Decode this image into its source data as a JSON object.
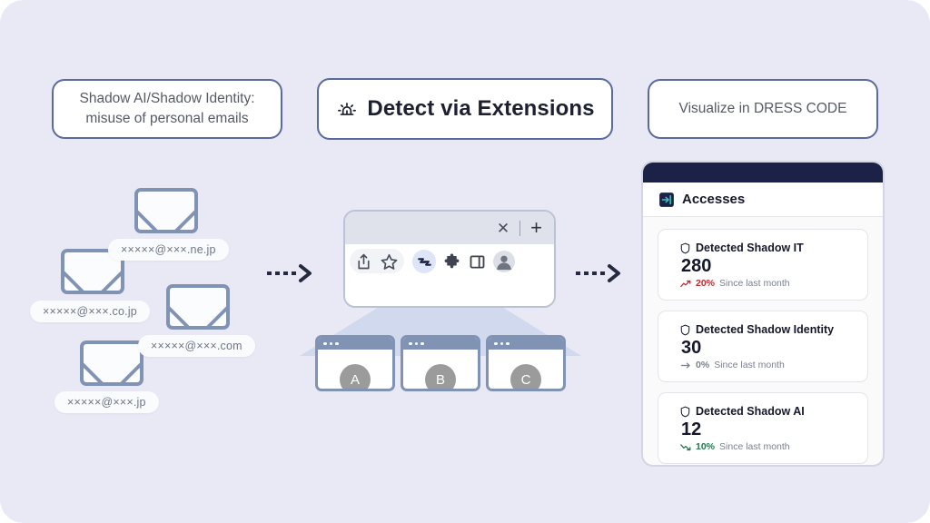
{
  "canvas": {
    "background": "#e9e9f6"
  },
  "steps": [
    {
      "id": "step-problem",
      "label": "Shadow AI/Shadow Identity:\nmisuse of personal emails",
      "icon": null
    },
    {
      "id": "step-detect",
      "label": "Detect via Extensions",
      "icon": "siren-icon"
    },
    {
      "id": "step-visualize",
      "label": "Visualize in DRESS CODE",
      "icon": null
    }
  ],
  "arrows": [
    {
      "name": "arrow-problem-to-detect",
      "icon": "dashed-arrow-right-icon"
    },
    {
      "name": "arrow-detect-to-visualize",
      "icon": "dashed-arrow-right-icon"
    }
  ],
  "emails": {
    "icon": "envelope-icon",
    "items": [
      {
        "address": "×××××@×××.ne.jp"
      },
      {
        "address": "×××××@×××.co.jp"
      },
      {
        "address": "×××××@×××.com"
      },
      {
        "address": "×××××@×××.jp"
      }
    ]
  },
  "browser": {
    "tabbar": {
      "close_label": "✕",
      "new_tab_label": "+"
    },
    "toolbar_icons": [
      "share-icon",
      "star-icon",
      "extension-logo-icon",
      "puzzle-piece-icon",
      "sidebar-panel-icon",
      "profile-avatar-icon"
    ]
  },
  "monitored_windows": [
    {
      "label": "A"
    },
    {
      "label": "B"
    },
    {
      "label": "C"
    }
  ],
  "dashboard": {
    "header": {
      "title": "Accesses",
      "icon": "login-arrow-icon"
    },
    "cards": [
      {
        "icon": "shield-icon",
        "title": "Detected Shadow IT",
        "value": "280",
        "delta_icon": "trend-up-icon",
        "delta": "20%",
        "delta_color": "#c1282d",
        "note": "Since last month"
      },
      {
        "icon": "shield-icon",
        "title": "Detected Shadow Identity",
        "value": "30",
        "delta_icon": "trend-flat-icon",
        "delta": "0%",
        "delta_color": "#797f8c",
        "note": "Since last month"
      },
      {
        "icon": "shield-icon",
        "title": "Detected Shadow AI",
        "value": "12",
        "delta_icon": "trend-down-icon",
        "delta": "10%",
        "delta_color": "#1f7a4d",
        "note": "Since last month"
      }
    ]
  }
}
